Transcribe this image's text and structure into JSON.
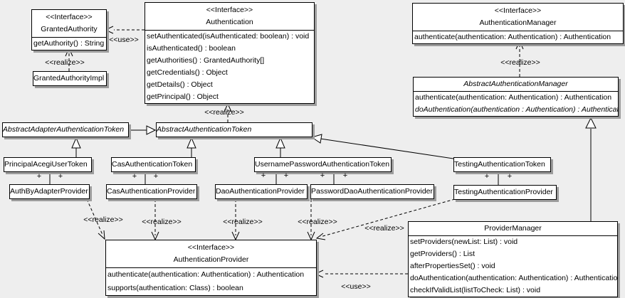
{
  "labels": {
    "realize": "<<realize>>",
    "use": "<<use>>",
    "plus": "+",
    "interface_stereotype": "<<Interface>>"
  },
  "classes": {
    "granted_authority": {
      "stereotype": "<<Interface>>",
      "name": "GrantedAuthority",
      "methods": [
        "getAuthority() : String"
      ]
    },
    "granted_authority_impl": {
      "name": "GrantedAuthorityImpl"
    },
    "authentication": {
      "stereotype": "<<Interface>>",
      "name": "Authentication",
      "methods": [
        "setAuthenticated(isAuthenticated: boolean) : void",
        "isAuthenticated() : boolean",
        "getAuthorities() : GrantedAuthority[]",
        "getCredentials() : Object",
        "getDetails() : Object",
        "getPrincipal() : Object"
      ]
    },
    "authentication_manager": {
      "stereotype": "<<Interface>>",
      "name": "AuthenticationManager",
      "methods": [
        "authenticate(authentication: Authentication) : Authentication"
      ]
    },
    "abstract_authentication_manager": {
      "name": "AbstractAuthenticationManager",
      "methods": [
        "authenticate(authentication: Authentication) : Authentication",
        "doAuthentication(authentication : Authentication) : Authentication"
      ]
    },
    "abstract_adapter_authentication_token": {
      "name": "AbstractAdapterAuthenticationToken"
    },
    "abstract_authentication_token": {
      "name": "AbstractAuthenticationToken"
    },
    "principal_acegi_user_token": {
      "name": "PrincipalAcegiUserToken"
    },
    "cas_authentication_token": {
      "name": "CasAuthenticationToken"
    },
    "username_password_authentication_token": {
      "name": "UsernamePasswordAuthenticationToken"
    },
    "testing_authentication_token": {
      "name": "TestingAuthenticationToken"
    },
    "auth_by_adapter_provider": {
      "name": "AuthByAdapterProvider"
    },
    "cas_authentication_provider": {
      "name": "CasAuthenticationProvider"
    },
    "dao_authentication_provider": {
      "name": "DaoAuthenticationProvider"
    },
    "password_dao_authentication_provider": {
      "name": "PasswordDaoAuthenticationProvider"
    },
    "testing_authentication_provider": {
      "name": "TestingAuthenticationProvider"
    },
    "provider_manager": {
      "name": "ProviderManager",
      "methods": [
        "setProviders(newList: List) : void",
        "getProviders() : List",
        "afterPropertiesSet() : void",
        "doAuthentication(authentication: Authentication) : Authentication",
        "checkIfValidList(listToCheck: List) : void"
      ]
    },
    "authentication_provider": {
      "stereotype": "<<Interface>>",
      "name": "AuthenticationProvider",
      "methods": [
        "authenticate(authentication: Authentication) : Authentication",
        "supports(authentication: Class) : boolean"
      ]
    }
  }
}
